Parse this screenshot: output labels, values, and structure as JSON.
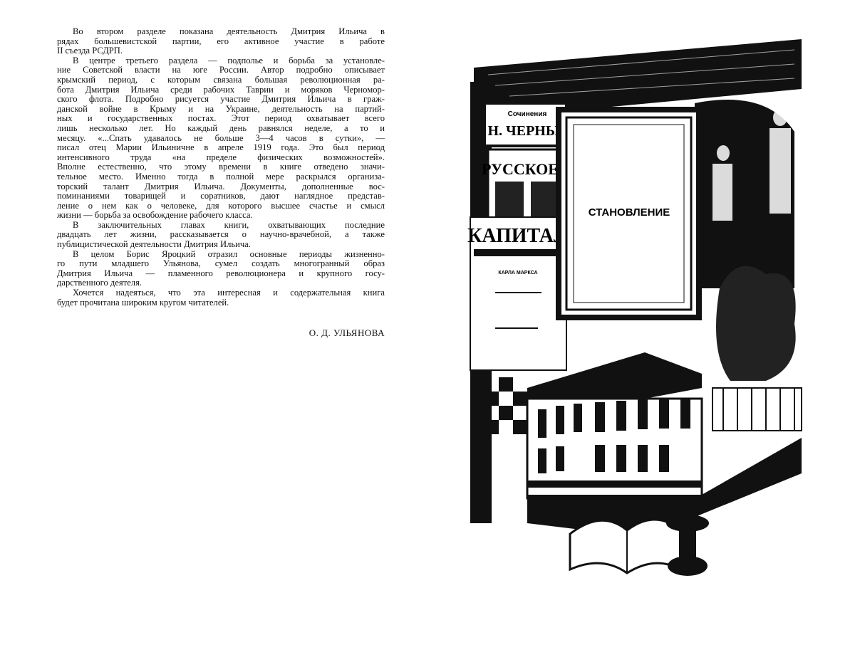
{
  "article": {
    "paragraphs": [
      {
        "lines": [
          "Во втором разделе показана деятельность Дмитрия Ильича в",
          "рядах большевистской партии, его активное участие в работе",
          "II съезда РСДРП."
        ]
      },
      {
        "lines": [
          "В центре третьего раздела — подполье и борьба за установле-",
          "ние Советской власти на юге России. Автор подробно описывает",
          "крымский период, с которым связана большая революционная ра-",
          "бота Дмитрия Ильича среди рабочих Таврии и моряков Черномор-",
          "ского флота. Подробно рисуется участие Дмитрия Ильича в граж-",
          "данской войне в Крыму и на Украине, деятельность на партий-",
          "ных и государственных постах. Этот период охватывает всего",
          "лишь несколько лет. Но каждый день равнялся неделе, а то и",
          "месяцу. «...Спать удавалось не больше 3—4 часов в сутки», —",
          "писал отец Марии Ильиничне в апреле 1919 года. Это был период",
          "интенсивного труда «на пределе физических возможностей».",
          "Вполне естественно, что этому времени в книге отведено значи-",
          "тельное место. Именно тогда в полной мере раскрылся организа-",
          "торский талант Дмитрия Ильича. Документы, дополненные вос-",
          "поминаниями товарищей и соратников, дают наглядное представ-",
          "ление о нем как о человеке, для которого высшее счастье и смысл",
          "жизни — борьба за освобождение рабочего класса."
        ]
      },
      {
        "lines": [
          "В заключительных главах книги, охватывающих последние",
          "двадцать лет жизни, рассказывается о научно-врачебной, а также",
          "публицистической деятельности Дмитрия Ильича."
        ]
      },
      {
        "lines": [
          "В целом Борис Яроцкий отразил основные периоды жизненно-",
          "го пути младшего Ульянова, сумел создать многогранный образ",
          "Дмитрия Ильича — пламенного революционера и крупного госу-",
          "дарственного деятеля."
        ]
      },
      {
        "lines": [
          "Хочется надеяться, что эта интересная и содержательная книга",
          "будет прочитана широким кругом читателей."
        ]
      }
    ],
    "signature": "О. Д. УЛЬЯНОВА"
  },
  "illustration": {
    "title": "СТАНОВЛЕНИЕ",
    "newspaper_1_top": "Сочинения",
    "newspaper_1": "Н. ЧЕРНЫ",
    "newspaper_2": "РУССКОЕ Б",
    "book_title": "КАПИТАЛ",
    "book_author": "КАРЛА МАРКСА"
  }
}
